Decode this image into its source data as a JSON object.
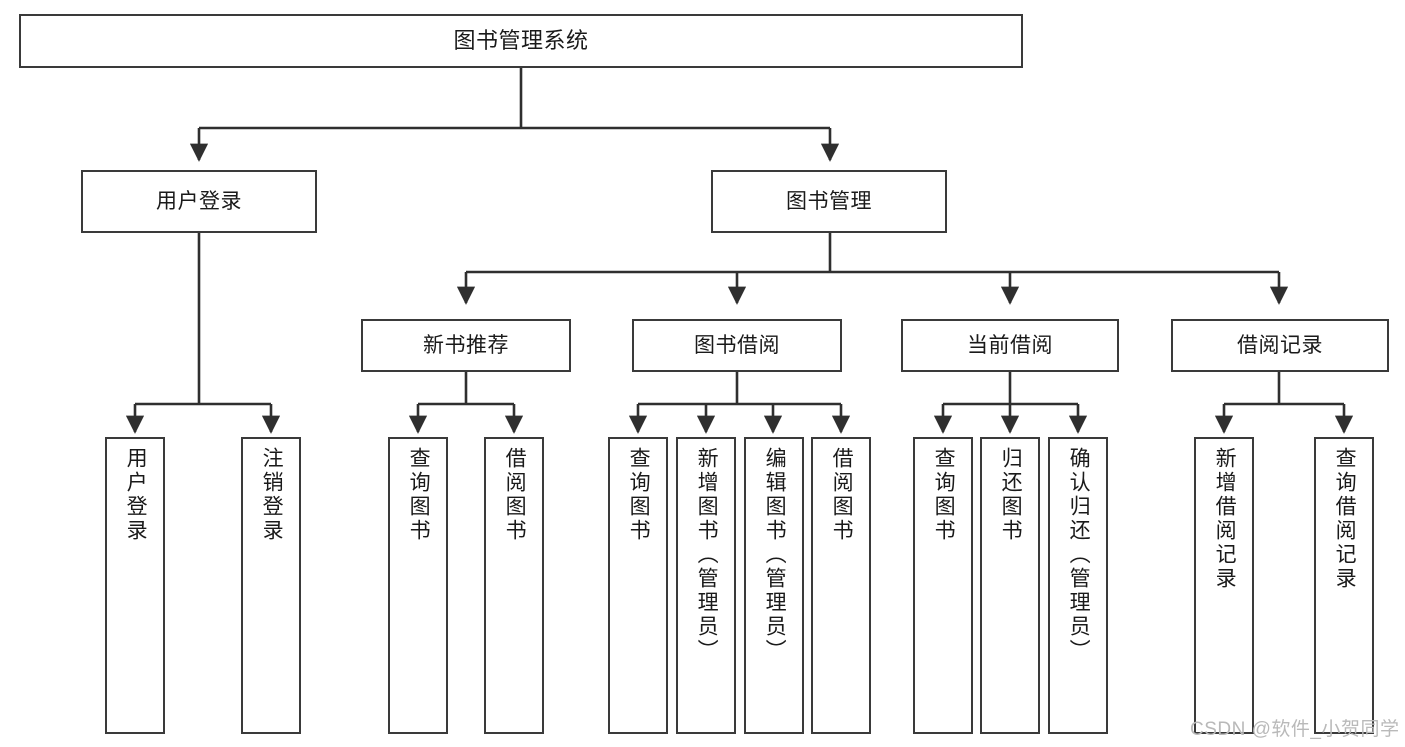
{
  "diagram": {
    "type": "tree-hierarchy",
    "title": "图书管理系统",
    "watermark": "CSDN @软件_小贺同学",
    "colors": {
      "box_border": "#3a3a3a",
      "box_fill": "#ffffff",
      "connector": "#2f2f2f",
      "text": "#1a1a1a",
      "watermark": "#b9b9b9",
      "background": "#ffffff"
    },
    "levels": {
      "root": {
        "label": "图书管理系统"
      },
      "level2": [
        {
          "id": "user-login",
          "label": "用户登录"
        },
        {
          "id": "book-management",
          "label": "图书管理"
        }
      ],
      "level3": [
        {
          "id": "new-book-recommend",
          "label": "新书推荐",
          "parent": "book-management"
        },
        {
          "id": "book-borrow",
          "label": "图书借阅",
          "parent": "book-management"
        },
        {
          "id": "current-borrow",
          "label": "当前借阅",
          "parent": "book-management"
        },
        {
          "id": "borrow-record",
          "label": "借阅记录",
          "parent": "book-management"
        }
      ],
      "leaves": {
        "user-login": [
          {
            "id": "leaf-user-login",
            "label": "用户登录"
          },
          {
            "id": "leaf-user-logout",
            "label": "注销登录"
          }
        ],
        "new-book-recommend": [
          {
            "id": "leaf-query-book-1",
            "label": "查询图书"
          },
          {
            "id": "leaf-borrow-book-1",
            "label": "借阅图书"
          }
        ],
        "book-borrow": [
          {
            "id": "leaf-query-book-2",
            "label": "查询图书"
          },
          {
            "id": "leaf-add-book-admin",
            "label": "新增图书（管理员）"
          },
          {
            "id": "leaf-edit-book-admin",
            "label": "编辑图书（管理员）"
          },
          {
            "id": "leaf-borrow-book-2",
            "label": "借阅图书"
          }
        ],
        "current-borrow": [
          {
            "id": "leaf-query-book-3",
            "label": "查询图书"
          },
          {
            "id": "leaf-return-book",
            "label": "归还图书"
          },
          {
            "id": "leaf-confirm-return-admin",
            "label": "确认归还（管理员）"
          }
        ],
        "borrow-record": [
          {
            "id": "leaf-add-borrow-record",
            "label": "新增借阅记录"
          },
          {
            "id": "leaf-query-borrow-record",
            "label": "查询借阅记录"
          }
        ]
      }
    }
  }
}
